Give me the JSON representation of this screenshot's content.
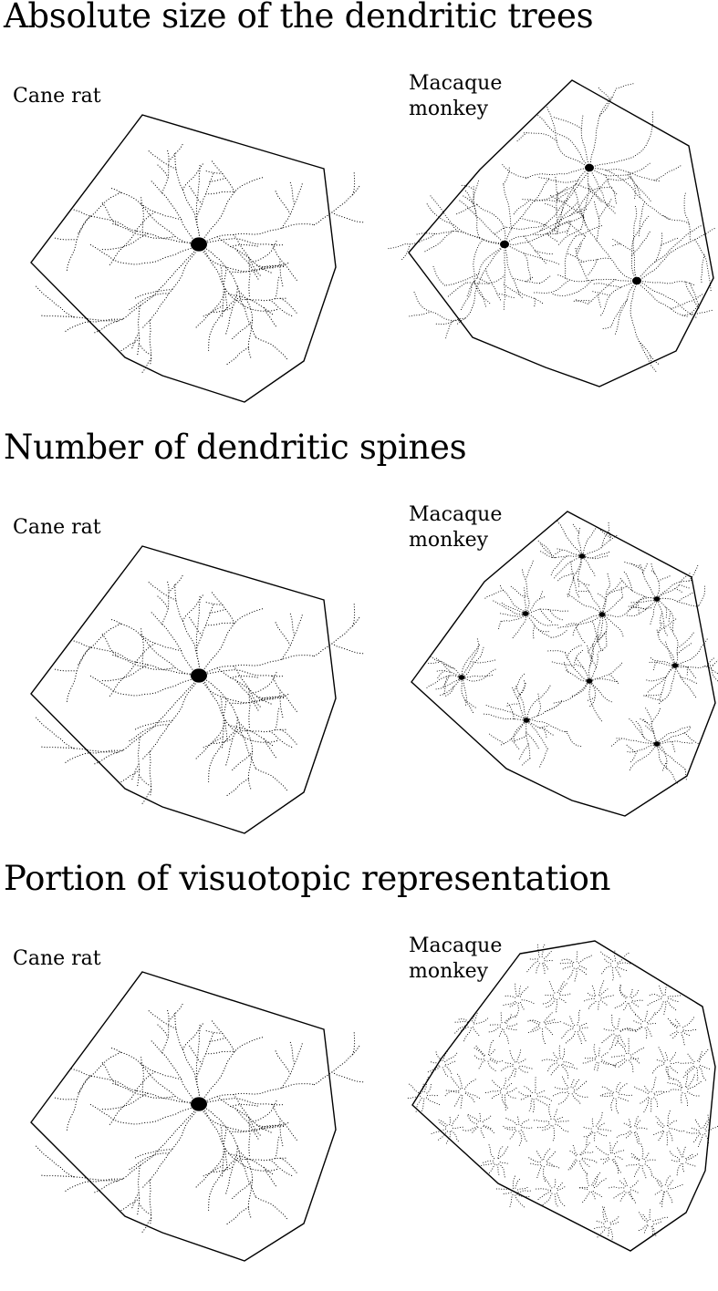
{
  "sections": [
    {
      "title": "Absolute size of the dendritic trees",
      "left_label": "Cane rat",
      "right_label_line1": "Macaque",
      "right_label_line2": "monkey",
      "macaque_neuron_count": 3
    },
    {
      "title": "Number of dendritic spines",
      "left_label": "Cane rat",
      "right_label_line1": "Macaque",
      "right_label_line2": "monkey",
      "macaque_neuron_count": 9
    },
    {
      "title": "Portion of visuotopic representation",
      "left_label": "Cane rat",
      "right_label_line1": "Macaque",
      "right_label_line2": "monkey",
      "macaque_neuron_count": 56
    }
  ]
}
